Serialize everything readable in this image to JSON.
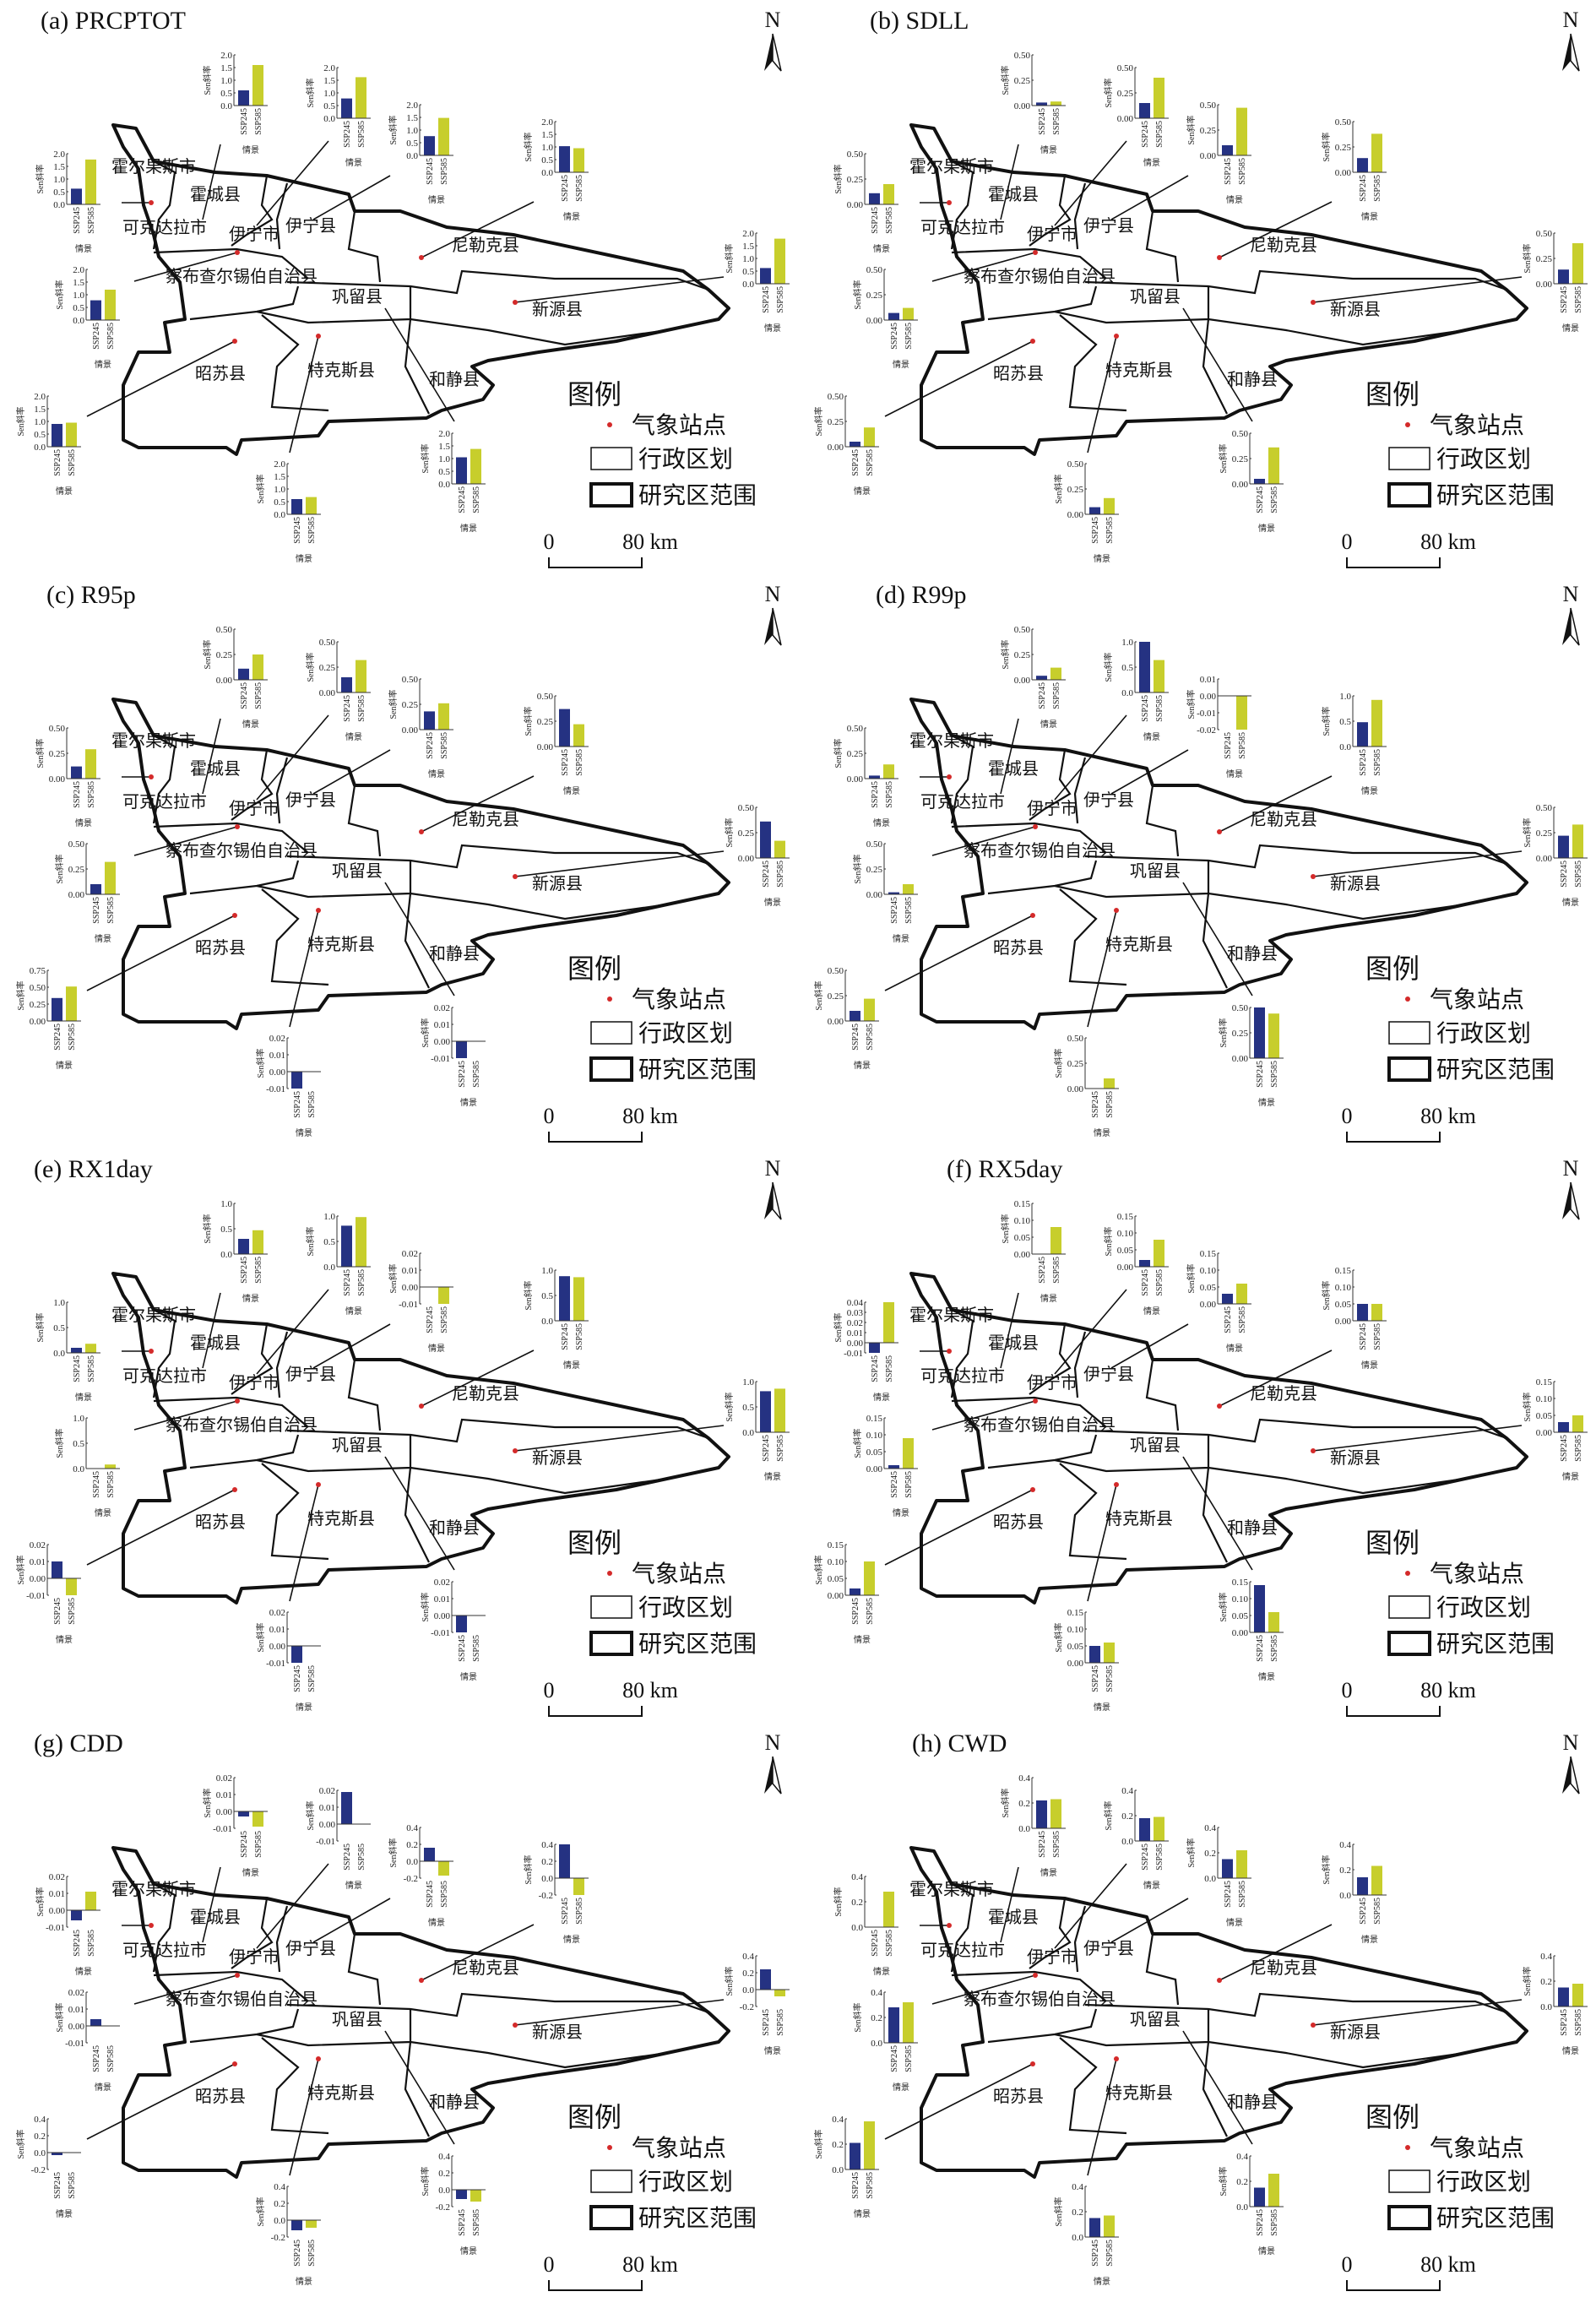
{
  "counties": [
    "霍尔果斯市",
    "霍城县",
    "可克达拉市",
    "伊宁市",
    "伊宁县",
    "尼勒克县",
    "察布查尔锡伯自治县",
    "巩留县",
    "新源县",
    "昭苏县",
    "特克斯县",
    "和静县"
  ],
  "legend": {
    "title": "图例",
    "station": "气象站点",
    "admin": "行政区划",
    "boundary": "研究区范围"
  },
  "scale_bar": {
    "zero": "0",
    "label": "80 km"
  },
  "north_label": "N",
  "chart_axis": {
    "ylabel": "Sen斜率",
    "xlabel": "情景",
    "scenarios": [
      "SSP245",
      "SSP585"
    ]
  },
  "colors": {
    "ssp245": "#253282",
    "ssp585": "#c7ce2c",
    "station": "#d42a2a"
  },
  "chart_data": [
    {
      "type": "bar",
      "title": "(a) PRCPTOT",
      "ticks": [
        "0.0",
        "0.5",
        "1.0",
        "1.5",
        "2.0"
      ],
      "ylim": [
        0,
        2
      ],
      "charts": [
        {
          "v": [
            0.62,
            1.77
          ]
        },
        {
          "v": [
            0.6,
            1.6
          ]
        },
        {
          "v": [
            0.78,
            1.62
          ]
        },
        {
          "v": [
            0.76,
            1.48
          ]
        },
        {
          "v": [
            1.03,
            0.95
          ]
        },
        {
          "v": [
            0.62,
            1.78
          ]
        },
        {
          "v": [
            0.78,
            1.2
          ]
        },
        {
          "v": [
            0.9,
            0.95
          ]
        },
        {
          "v": [
            0.6,
            0.68
          ]
        },
        {
          "v": [
            1.05,
            1.38
          ]
        }
      ]
    },
    {
      "type": "bar",
      "title": "(b) SDLL",
      "ticks": [
        "0.00",
        "0.25",
        "0.50"
      ],
      "ylim": [
        0,
        0.5
      ],
      "charts": [
        {
          "v": [
            0.11,
            0.2
          ]
        },
        {
          "v": [
            0.03,
            0.04
          ]
        },
        {
          "v": [
            0.15,
            0.4
          ]
        },
        {
          "v": [
            0.1,
            0.47
          ]
        },
        {
          "v": [
            0.14,
            0.38
          ]
        },
        {
          "v": [
            0.14,
            0.4
          ]
        },
        {
          "v": [
            0.07,
            0.12
          ]
        },
        {
          "v": [
            0.05,
            0.19
          ]
        },
        {
          "v": [
            0.07,
            0.16
          ]
        },
        {
          "v": [
            0.05,
            0.36
          ]
        }
      ]
    },
    {
      "type": "bar",
      "title": "(c) R95p",
      "ticks": [
        "0.00",
        "0.25",
        "0.50"
      ],
      "ylim": [
        0,
        0.5
      ],
      "charts": [
        {
          "v": [
            0.12,
            0.29
          ]
        },
        {
          "v": [
            0.11,
            0.25
          ]
        },
        {
          "v": [
            0.15,
            0.32
          ]
        },
        {
          "v": [
            0.18,
            0.26
          ]
        },
        {
          "v": [
            0.37,
            0.22
          ]
        },
        {
          "v": [
            0.36,
            0.17
          ]
        },
        {
          "v": [
            0.1,
            0.32
          ]
        },
        {
          "v": [
            0.34,
            0.51
          ],
          "ticks": [
            "0.00",
            "0.25",
            "0.50",
            "0.75"
          ],
          "ylim": [
            0,
            0.75
          ]
        },
        {
          "v": [
            -0.01,
            0
          ],
          "ticks": [
            "-0.01",
            "0.00",
            "0.01",
            "0.02"
          ],
          "ylim": [
            -0.01,
            0.02
          ]
        },
        {
          "v": [
            -0.01,
            0
          ],
          "ticks": [
            "-0.01",
            "0.00",
            "0.01",
            "0.02"
          ],
          "ylim": [
            -0.01,
            0.02
          ]
        }
      ]
    },
    {
      "type": "bar",
      "title": "(d) R99p",
      "ticks": [
        "0.00",
        "0.25",
        "0.50"
      ],
      "ylim": [
        0,
        0.5
      ],
      "charts": [
        {
          "v": [
            0.03,
            0.14
          ]
        },
        {
          "v": [
            0.04,
            0.12
          ]
        },
        {
          "v": [
            1.0,
            0.64
          ],
          "ticks": [
            "0.0",
            "0.5",
            "1.0"
          ],
          "ylim": [
            0,
            1
          ]
        },
        {
          "v": [
            0,
            -0.02
          ],
          "ticks": [
            "-0.02",
            "-0.01",
            "0.00",
            "0.01"
          ],
          "ylim": [
            -0.02,
            0.01
          ]
        },
        {
          "v": [
            0.48,
            0.92
          ],
          "ticks": [
            "0.0",
            "0.5",
            "1.0"
          ],
          "ylim": [
            0,
            1
          ]
        },
        {
          "v": [
            0.22,
            0.33
          ]
        },
        {
          "v": [
            0.02,
            0.1
          ]
        },
        {
          "v": [
            0.1,
            0.22
          ]
        },
        {
          "v": [
            0,
            0.1
          ]
        },
        {
          "v": [
            0.5,
            0.44
          ]
        }
      ]
    },
    {
      "type": "bar",
      "title": "(e) RX1day",
      "ticks": [
        "0.0",
        "0.5",
        "1.0"
      ],
      "ylim": [
        0,
        1
      ],
      "charts": [
        {
          "v": [
            0.1,
            0.18
          ]
        },
        {
          "v": [
            0.3,
            0.47
          ]
        },
        {
          "v": [
            0.81,
            0.98
          ]
        },
        {
          "v": [
            0,
            -0.01
          ],
          "ticks": [
            "-0.01",
            "0.00",
            "0.01",
            "0.02"
          ],
          "ylim": [
            -0.01,
            0.02
          ]
        },
        {
          "v": [
            0.88,
            0.86
          ]
        },
        {
          "v": [
            0.81,
            0.86
          ]
        },
        {
          "v": [
            0,
            0.08
          ]
        },
        {
          "v": [
            0.01,
            -0.01
          ],
          "ticks": [
            "-0.01",
            "0.00",
            "0.01",
            "0.02"
          ],
          "ylim": [
            -0.01,
            0.02
          ]
        },
        {
          "v": [
            -0.01,
            0
          ],
          "ticks": [
            "-0.01",
            "0.00",
            "0.01",
            "0.02"
          ],
          "ylim": [
            -0.01,
            0.02
          ]
        },
        {
          "v": [
            -0.01,
            0
          ],
          "ticks": [
            "-0.01",
            "0.00",
            "0.01",
            "0.02"
          ],
          "ylim": [
            -0.01,
            0.02
          ]
        }
      ]
    },
    {
      "type": "bar",
      "title": "(f) RX5day",
      "ticks": [
        "0.00",
        "0.05",
        "0.10",
        "0.15"
      ],
      "ylim": [
        0,
        0.15
      ],
      "charts": [
        {
          "v": [
            -0.01,
            0.04
          ],
          "ticks": [
            "-0.01",
            "0.00",
            "0.01",
            "0.02",
            "0.03",
            "0.04"
          ],
          "ylim": [
            -0.01,
            0.04
          ]
        },
        {
          "v": [
            0,
            0.08
          ]
        },
        {
          "v": [
            0.02,
            0.08
          ]
        },
        {
          "v": [
            0.03,
            0.06
          ]
        },
        {
          "v": [
            0.05,
            0.05
          ]
        },
        {
          "v": [
            0.03,
            0.05
          ]
        },
        {
          "v": [
            0.01,
            0.09
          ]
        },
        {
          "v": [
            0.02,
            0.1
          ]
        },
        {
          "v": [
            0.05,
            0.06
          ]
        },
        {
          "v": [
            0.14,
            0.06
          ]
        }
      ]
    },
    {
      "type": "bar",
      "title": "(g) CDD",
      "ticks": [
        "-0.2",
        "0.0",
        "0.2",
        "0.4"
      ],
      "ylim": [
        -0.2,
        0.4
      ],
      "charts": [
        {
          "v": [
            -0.006,
            0.011
          ],
          "ticks": [
            "-0.01",
            "0.00",
            "0.01",
            "0.02"
          ],
          "ylim": [
            -0.01,
            0.02
          ]
        },
        {
          "v": [
            -0.003,
            -0.009
          ],
          "ticks": [
            "-0.01",
            "0.00",
            "0.01",
            "0.02"
          ],
          "ylim": [
            -0.01,
            0.02
          ]
        },
        {
          "v": [
            0.019,
            0
          ],
          "ticks": [
            "-0.01",
            "0.00",
            "0.01",
            "0.02"
          ],
          "ylim": [
            -0.01,
            0.02
          ]
        },
        {
          "v": [
            0.16,
            -0.17
          ]
        },
        {
          "v": [
            0.4,
            -0.2
          ]
        },
        {
          "v": [
            0.24,
            -0.08
          ]
        },
        {
          "v": [
            0.004,
            0
          ],
          "ticks": [
            "-0.01",
            "0.00",
            "0.01",
            "0.02"
          ],
          "ylim": [
            -0.01,
            0.02
          ]
        },
        {
          "v": [
            -0.03,
            0
          ]
        },
        {
          "v": [
            -0.12,
            -0.09
          ]
        },
        {
          "v": [
            -0.11,
            -0.14
          ]
        }
      ]
    },
    {
      "type": "bar",
      "title": "(h) CWD",
      "ticks": [
        "0.0",
        "0.2",
        "0.4"
      ],
      "ylim": [
        0,
        0.4
      ],
      "charts": [
        {
          "v": [
            0,
            0.28
          ]
        },
        {
          "v": [
            0.22,
            0.23
          ]
        },
        {
          "v": [
            0.18,
            0.19
          ]
        },
        {
          "v": [
            0.15,
            0.22
          ]
        },
        {
          "v": [
            0.14,
            0.23
          ]
        },
        {
          "v": [
            0.15,
            0.18
          ]
        },
        {
          "v": [
            0.28,
            0.32
          ]
        },
        {
          "v": [
            0.21,
            0.38
          ]
        },
        {
          "v": [
            0.15,
            0.17
          ]
        },
        {
          "v": [
            0.15,
            0.26
          ]
        }
      ]
    }
  ]
}
